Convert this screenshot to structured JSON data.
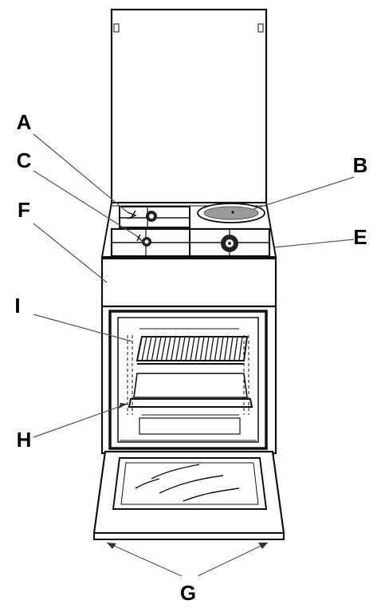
{
  "labels": {
    "A": "A",
    "B": "B",
    "C": "C",
    "E": "E",
    "F": "F",
    "G": "G",
    "H": "H",
    "I": "I"
  },
  "colors": {
    "line": "#111111",
    "hotplate": "#9a9a9a",
    "background": "#ffffff"
  }
}
